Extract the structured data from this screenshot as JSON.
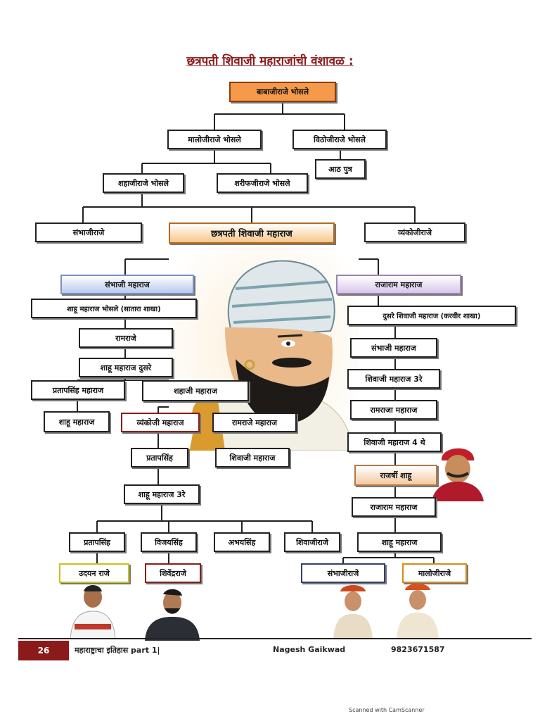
{
  "title": "छत्रपती शिवाजी महाराजांची वंशावळ :",
  "nodes": {
    "babajiraje": "बाबाजीराजे भोसले",
    "malojiraje": "मालोजीराजे भोसले",
    "vithojiraje": "विठोजीराजे भोसले",
    "aath_putra": "आठ पुत्र",
    "shahajiraje": "शहाजीराजे भोसले",
    "sharifjiraje": "शरीफजीराजे भोसले",
    "sambhajiraje_1": "संभाजीराजे",
    "shivaji_maharaj": "छत्रपती शिवाजी महाराज",
    "vyankojiraje": "व्यंकोजीराजे",
    "sambhaji_maharaj": "संभाजी महाराज",
    "rajaram_maharaj": "राजाराम महाराज",
    "shahu_maharaj_bhosale": "शाहू महाराज भोसले (सातारा शाखा)",
    "dusre_shivaji": "दुसरे शिवाजी महाराज (करवीर शाखा)",
    "ramraje": "रामराजे",
    "sambhaji_maharaj_2": "संभाजी महाराज",
    "shahu_maharaj_dusre": "शाहू महाराज दुसरे",
    "shivaji_maharaj_3": "शिवाजी महाराज 3रे",
    "pratapsinh_maharaj": "प्रतापसिंह महाराज",
    "shahaji_maharaj": "शहाजी महाराज",
    "ramraja_maharaj": "रामराजा महाराज",
    "shahu_maharaj_left": "शाहू महाराज",
    "vyankoji_maharaj": "व्यंकोजी महाराज",
    "ramraje_maharaj": "रामराजे महाराज",
    "shivaji_maharaj_4": "शिवाजी महाराज 4 थे",
    "pratapsinh": "प्रतापसिंह",
    "shivaji_maharaj_small": "शिवाजी महाराज",
    "rajarshi_shahu": "राजर्षी शाहू",
    "shahu_maharaj_3": "शाहू महाराज 3रे",
    "rajaram_maharaj_2": "राजाराम महाराज",
    "pratapsinh_2": "प्रतापसिंह",
    "vijaysinh": "विजयसिंह",
    "abhaysinh": "अभयसिंह",
    "shivajiraje": "शिवाजीराजे",
    "shahu_maharaj_right": "शाहू महाराज",
    "udayanraje": "उदयन राजे",
    "shivendraraje": "शिवेंद्रराजे",
    "sambhajiraje_2": "संभाजीराजे",
    "malojiraje_2": "मालोजीराजे"
  },
  "footer": {
    "page_number": "26",
    "book_title": "महाराष्ट्राचा इतिहास part 1|",
    "author": "Nagesh Gaikwad",
    "phone": "9823671587"
  },
  "scanner_mark": "Scanned with CamScanner"
}
